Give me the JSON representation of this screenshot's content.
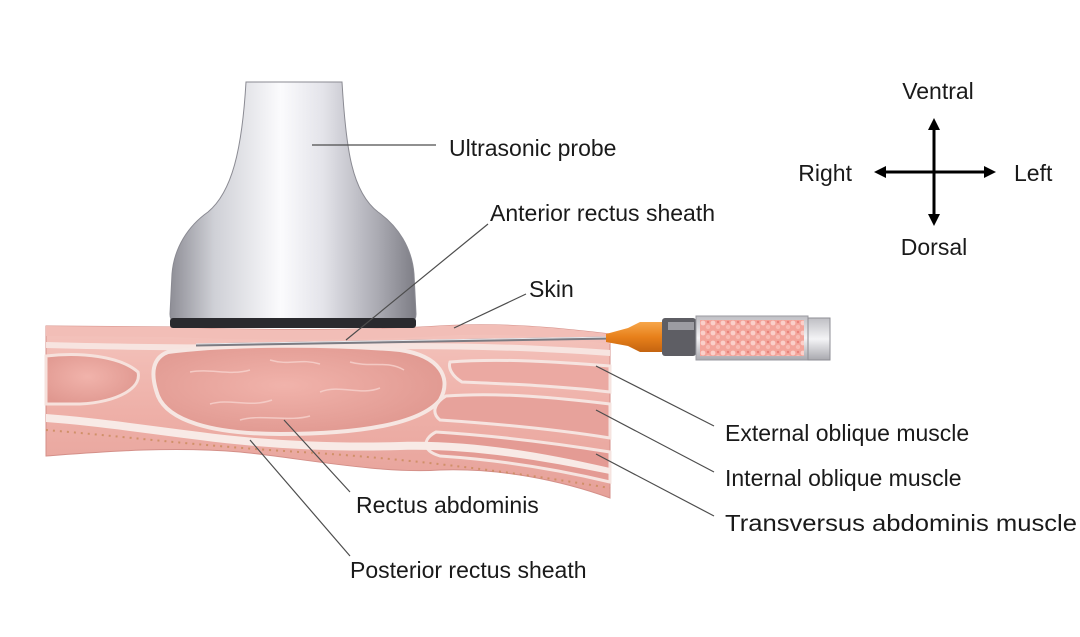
{
  "labels": {
    "ultrasonic_probe": "Ultrasonic probe",
    "anterior_rectus_sheath": "Anterior rectus sheath",
    "skin": "Skin",
    "external_oblique": "External oblique muscle",
    "internal_oblique": "Internal oblique muscle",
    "transversus_abdominis": "Transversus abdominis muscle",
    "rectus_abdominis": "Rectus abdominis",
    "posterior_rectus_sheath": "Posterior rectus sheath"
  },
  "orientation": {
    "ventral": "Ventral",
    "dorsal": "Dorsal",
    "right": "Right",
    "left": "Left"
  },
  "colors": {
    "tissue": "#eeb3ac",
    "tissue_dark": "#d98c86",
    "muscle": "#e9a6a0",
    "fascia": "#f6e7e3",
    "probe": "#c9c9cf",
    "needle_hub": "#f08a1f",
    "syringe_fill": "#f09a90"
  }
}
